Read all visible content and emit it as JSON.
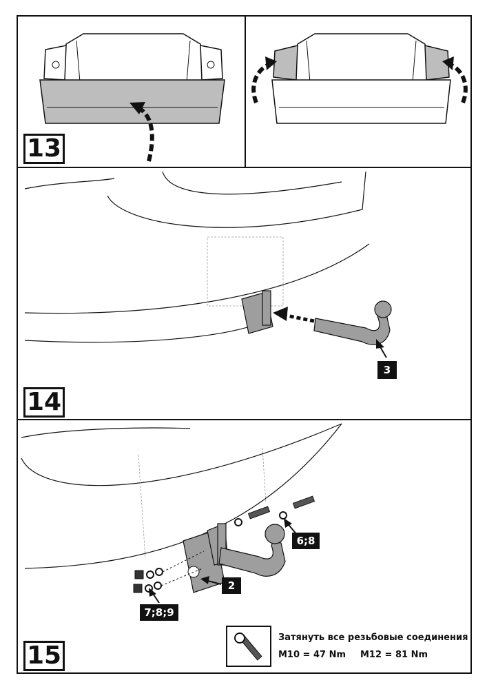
{
  "steps": {
    "step13": "13",
    "step14": "14",
    "step15": "15"
  },
  "callouts": {
    "part_ball": "3",
    "part_bolts": "6;8",
    "part_bracket": "2",
    "part_nuts": "7;8;9"
  },
  "torque": {
    "instruction": "Затянуть все резьбовые соединения",
    "m10": "M10 = 47 Nm",
    "m12": "M12 = 81 Nm",
    "icon": "torque-wrench-icon"
  },
  "colors": {
    "line": "#111111",
    "highlight": "#bdbdbd",
    "part_fill": "#9e9e9e"
  }
}
